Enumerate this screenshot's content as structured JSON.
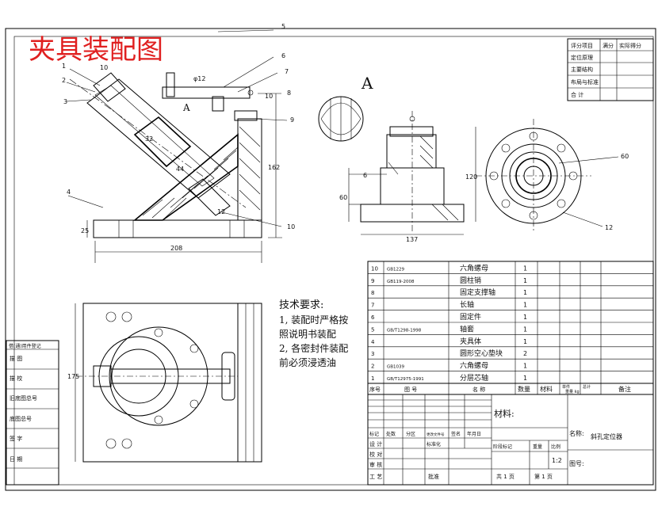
{
  "title": "夹具装配图",
  "view_label": "A",
  "section_label": "A",
  "dims": {
    "d10": "10",
    "d12": "φ12",
    "d32": "32",
    "d44": "44",
    "d12b": "12",
    "d25": "25",
    "d208": "208",
    "d162": "162",
    "d10b": "10",
    "d6": "6",
    "d60": "60",
    "d120": "120",
    "d137": "137",
    "d175": "175",
    "d60b": "60",
    "d12c": "12"
  },
  "callouts": [
    "1",
    "2",
    "3",
    "4",
    "5",
    "6",
    "7",
    "8",
    "9",
    "10"
  ],
  "tech_req": {
    "heading": "技术要求:",
    "lines": [
      "1, 装配时严格按",
      "照说明书装配",
      "2, 各密封件装配",
      "前必须浸透油"
    ]
  },
  "bom": [
    {
      "no": "10",
      "code": "GB1229",
      "name": "六角螺母",
      "qty": "1"
    },
    {
      "no": "9",
      "code": "GB119-2008",
      "name": "圆柱销",
      "qty": "1"
    },
    {
      "no": "8",
      "code": "",
      "name": "固定支撑轴",
      "qty": "1"
    },
    {
      "no": "7",
      "code": "",
      "name": "长轴",
      "qty": "1"
    },
    {
      "no": "6",
      "code": "",
      "name": "固定件",
      "qty": "1"
    },
    {
      "no": "5",
      "code": "GB/T1298-1998",
      "name": "轴套",
      "qty": "1"
    },
    {
      "no": "4",
      "code": "",
      "name": "夹具体",
      "qty": "1"
    },
    {
      "no": "3",
      "code": "",
      "name": "圆形空心垫块",
      "qty": "2"
    },
    {
      "no": "2",
      "code": "GB1039",
      "name": "六角螺母",
      "qty": "1"
    },
    {
      "no": "1",
      "code": "GB/T12975-1991",
      "name": "分层芯轴",
      "qty": "1"
    }
  ],
  "bom_header": {
    "no": "序号",
    "code": "图 号",
    "name": "名 称",
    "qty": "数量",
    "material": "材料",
    "weight_single": "单件",
    "weight_total": "总计",
    "weight_label": "重量 kg",
    "remark": "备注"
  },
  "score_table": {
    "headers": [
      "评分项目",
      "满分",
      "实际得分"
    ],
    "rows": [
      "定位原理",
      "主要结构",
      "布局与标准",
      "合 计"
    ]
  },
  "left_strip": [
    "借(通)用件登记",
    "描 图",
    "描 校",
    "旧底图总号",
    "底图总号",
    "签 字",
    "日 期"
  ],
  "title_block": {
    "material_label": "材料:",
    "name_label": "名称:",
    "name_value": "斜孔定位器",
    "drawing_no_label": "图号:",
    "scale_value": "1:2",
    "total_pages": "共 1 页",
    "page_no": "第 1 页",
    "approval": [
      "标记",
      "处数",
      "分区",
      "更改文件号",
      "签名",
      "年月日"
    ],
    "rows": [
      "设 计",
      "校 对",
      "审 核",
      "工 艺"
    ],
    "mid_labels": [
      "标准化",
      "批准"
    ],
    "stage_labels": [
      "阶段标记",
      "重量",
      "比例"
    ]
  }
}
